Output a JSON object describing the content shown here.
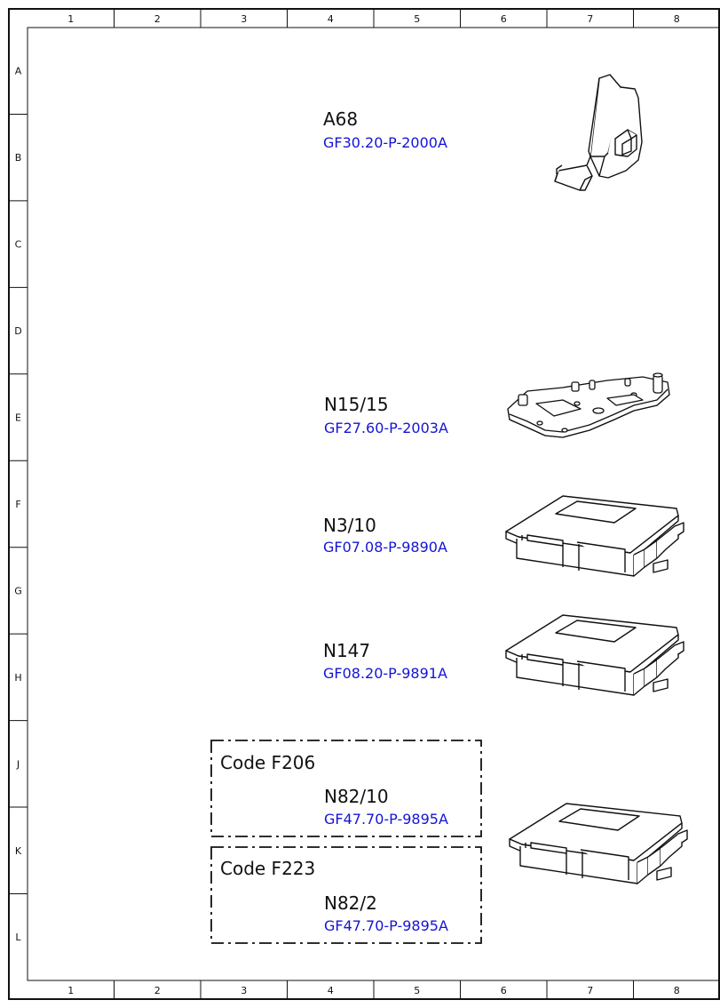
{
  "border": {
    "columns": [
      "1",
      "2",
      "3",
      "4",
      "5",
      "6",
      "7",
      "8"
    ],
    "rows": [
      "A",
      "B",
      "C",
      "D",
      "E",
      "F",
      "G",
      "H",
      "J",
      "K",
      "L"
    ]
  },
  "components": [
    {
      "id": "a68",
      "part": "A68",
      "ref": "GF30.20-P-2000A",
      "icon": "accelerator-pedal-module-icon"
    },
    {
      "id": "n15_15",
      "part": "N15/15",
      "ref": "GF27.60-P-2003A",
      "icon": "transmission-control-plate-icon"
    },
    {
      "id": "n3_10",
      "part": "N3/10",
      "ref": "GF07.08-P-9890A",
      "icon": "control-unit-icon"
    },
    {
      "id": "n147",
      "part": "N147",
      "ref": "GF08.20-P-9891A",
      "icon": "control-unit-icon"
    }
  ],
  "option_groups": [
    {
      "code": "Code F206",
      "part": "N82/10",
      "ref": "GF47.70-P-9895A"
    },
    {
      "code": "Code F223",
      "part": "N82/2",
      "ref": "GF47.70-P-9895A"
    }
  ],
  "shared_icon": "control-unit-icon",
  "colors": {
    "reference_link": "#1414d6",
    "line": "#111111"
  }
}
